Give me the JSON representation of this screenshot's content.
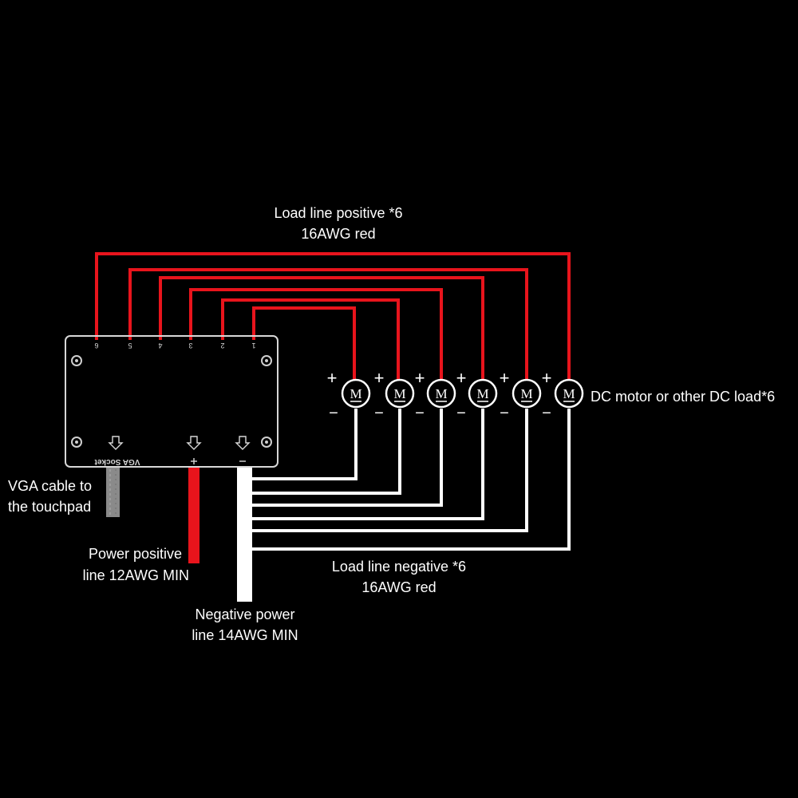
{
  "labels": {
    "positive_line_1": "Load line positive *6",
    "positive_line_2": "16AWG red",
    "negative_line_1": "Load line negative *6",
    "negative_line_2": "16AWG red",
    "motor_label": "DC motor or other DC load*6",
    "vga_1": "VGA cable to",
    "vga_2": "the touchpad",
    "power_pos_1": "Power positive",
    "power_pos_2": "line 12AWG MIN",
    "power_neg_1": "Negative power",
    "power_neg_2": "line 14AWG MIN"
  },
  "controller": {
    "vga_socket_label": "VGA Socket",
    "terminal_numbers": [
      "6",
      "5",
      "4",
      "3",
      "2",
      "1"
    ]
  },
  "motors": [
    {
      "symbol": "M",
      "plus": "+",
      "minus": "−"
    },
    {
      "symbol": "M",
      "plus": "+",
      "minus": "−"
    },
    {
      "symbol": "M",
      "plus": "+",
      "minus": "−"
    },
    {
      "symbol": "M",
      "plus": "+",
      "minus": "−"
    },
    {
      "symbol": "M",
      "plus": "+",
      "minus": "−"
    },
    {
      "symbol": "M",
      "plus": "+",
      "minus": "−"
    }
  ],
  "colors": {
    "background": "#000000",
    "positive_wire": "#e8141c",
    "negative_wire": "#ffffff",
    "text": "#ffffff",
    "box_stroke": "#d8d8d8",
    "vga_cable": "#8a8a8a"
  }
}
